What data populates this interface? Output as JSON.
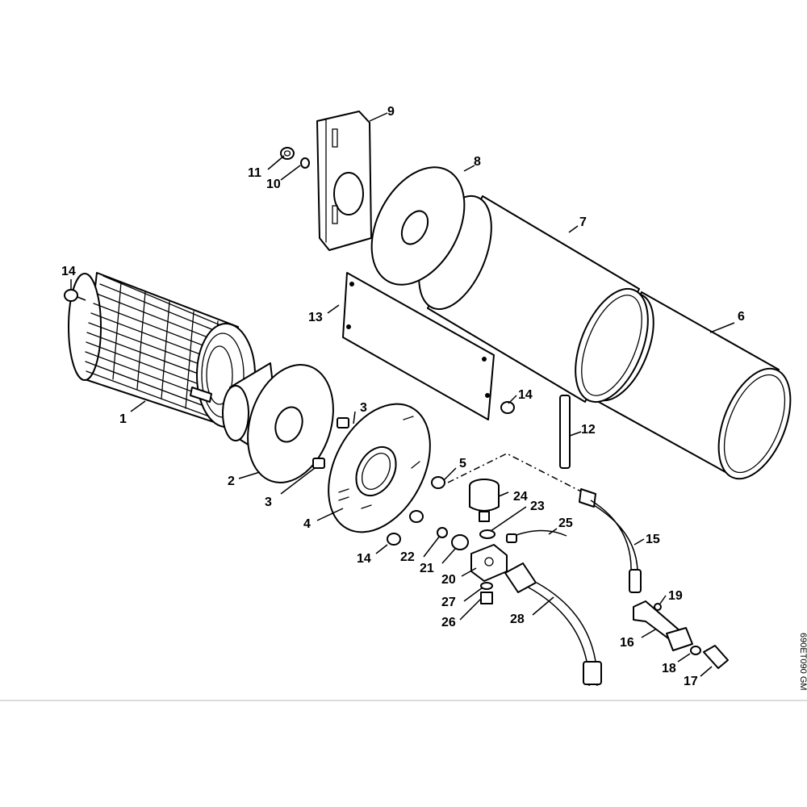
{
  "labels": {
    "l1": "1",
    "l2": "2",
    "l3a": "3",
    "l3b": "3",
    "l4": "4",
    "l5": "5",
    "l6": "6",
    "l7": "7",
    "l8": "8",
    "l9": "9",
    "l10": "10",
    "l11": "11",
    "l12": "12",
    "l13": "13",
    "l14a": "14",
    "l14b": "14",
    "l14c": "14",
    "l15": "15",
    "l16": "16",
    "l17": "17",
    "l18": "18",
    "l19": "19",
    "l20": "20",
    "l21": "21",
    "l22": "22",
    "l23": "23",
    "l24": "24",
    "l25": "25",
    "l26": "26",
    "l27": "27",
    "l28": "28"
  },
  "drawing_code": "690ET090 GM"
}
